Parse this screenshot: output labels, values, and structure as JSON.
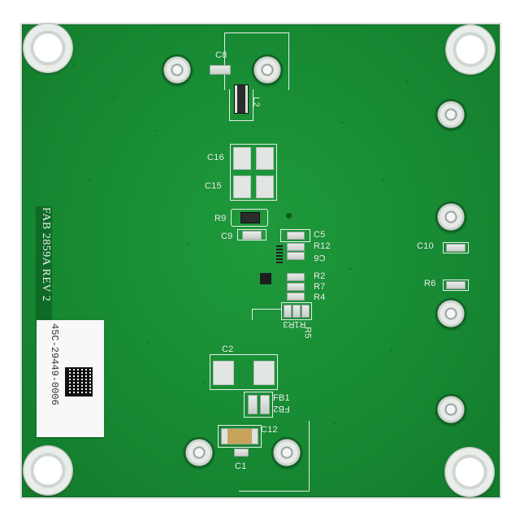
{
  "board": {
    "fab_marking": "FAB 2859A REV 2",
    "sticker_serial": "45C-29449-0006"
  },
  "silkscreen": {
    "c8": "C8",
    "l2": "L2",
    "c16": "C16",
    "c15": "C15",
    "r9": "R9",
    "c9": "C9",
    "c5": "C5",
    "r12": "R12",
    "c6": "C6",
    "r2": "R2",
    "r7": "R7",
    "r4": "R4",
    "r3": "R3",
    "r1": "R1",
    "r5": "R5",
    "c2": "C2",
    "fb1": "FB1",
    "fb2": "FB2",
    "c12": "C12",
    "c1": "C1",
    "c10": "C10",
    "r6": "R6"
  },
  "colors": {
    "board_green": "#178a33",
    "silkscreen_white": "#f1f5f1",
    "pad_silver": "#e2e6e3"
  }
}
